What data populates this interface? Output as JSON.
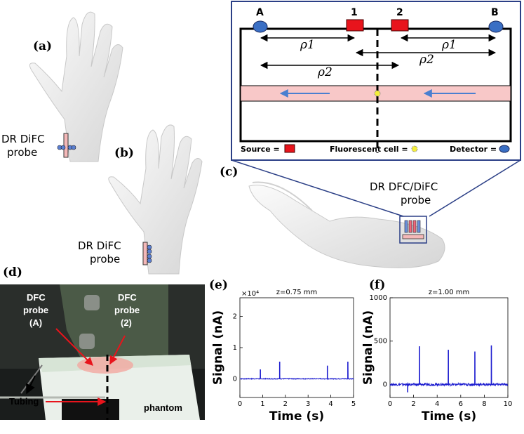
{
  "panel_labels": {
    "a": "(a)",
    "b": "(b)",
    "c": "(c)",
    "d": "(d)",
    "e": "(e)",
    "f": "(f)"
  },
  "panel_a": {
    "probe_label_1": "DR DiFC",
    "probe_label_2": "probe"
  },
  "panel_b": {
    "probe_label_1": "DR DiFC",
    "probe_label_2": "probe"
  },
  "panel_c": {
    "probe_label_1": "DR DFC/DiFC",
    "probe_label_2": "probe",
    "schematic": {
      "detector_a": "A",
      "source_1": "1",
      "source_2": "2",
      "detector_b": "B",
      "rho1": "ρ1",
      "rho2": "ρ2",
      "legend": {
        "source": "Source =",
        "cell": "Fluorescent cell =",
        "detector": "Detector ="
      },
      "colors": {
        "source": "#e8141c",
        "detector": "#3a6fc4",
        "vessel": "#f8c8c8",
        "flow_arrow": "#4a7fd0",
        "cell": "#f4ee3a"
      }
    }
  },
  "panel_d": {
    "probe_a_1": "DFC",
    "probe_a_2": "probe",
    "probe_a_3": "(A)",
    "probe_2_1": "DFC",
    "probe_2_2": "probe",
    "probe_2_3": "(2)",
    "tubing": "Tubing",
    "phantom": "phantom"
  },
  "chart_data": [
    {
      "type": "line",
      "title": "z=0.75 mm",
      "xlabel": "Time (s)",
      "ylabel": "Signal (nA)",
      "y_multiplier": "×10⁴",
      "xlim": [
        0,
        5
      ],
      "ylim": [
        -0.6,
        2.6
      ],
      "xticks": [
        "0",
        "1",
        "2",
        "3",
        "4",
        "5"
      ],
      "yticks": [
        "0",
        "1",
        "2"
      ],
      "baseline": 0,
      "peaks": [
        {
          "x": 0.9,
          "y": 0.3
        },
        {
          "x": 1.75,
          "y": 0.55
        },
        {
          "x": 3.85,
          "y": 0.42
        },
        {
          "x": 4.75,
          "y": 0.55
        }
      ],
      "color": "#1f1fd0"
    },
    {
      "type": "line",
      "title": "z=1.00 mm",
      "xlabel": "Time (s)",
      "ylabel": "Signal (nA)",
      "xlim": [
        0,
        10
      ],
      "ylim": [
        -150,
        1000
      ],
      "xticks": [
        "0",
        "2",
        "4",
        "6",
        "8",
        "10"
      ],
      "yticks": [
        "0",
        "500",
        "1000"
      ],
      "baseline": 0,
      "peaks": [
        {
          "x": 2.5,
          "y": 440
        },
        {
          "x": 4.95,
          "y": 400
        },
        {
          "x": 7.2,
          "y": 380
        },
        {
          "x": 8.6,
          "y": 450
        }
      ],
      "dips": [
        {
          "x": 1.5,
          "y": -90
        }
      ],
      "color": "#1f1fd0"
    }
  ]
}
